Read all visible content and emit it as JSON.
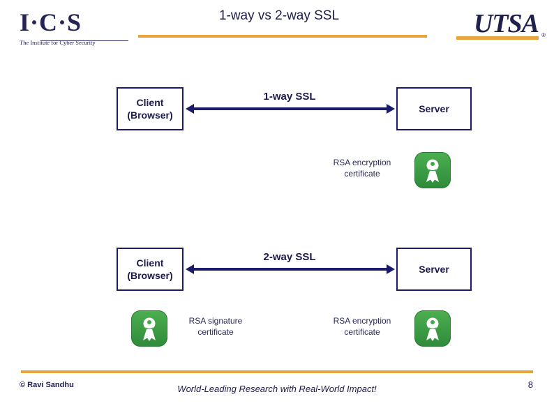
{
  "header": {
    "logo_ics_main": "I·C·S",
    "logo_ics_sub": "The Institute for Cyber Security",
    "title": "1-way vs 2-way SSL",
    "logo_utsa": "UTSA",
    "logo_utsa_reg": "®"
  },
  "diagram": {
    "row1": {
      "client_line1": "Client",
      "client_line2": "(Browser)",
      "arrow_label": "1-way SSL",
      "server": "Server",
      "server_cert_caption_line1": "RSA encryption",
      "server_cert_caption_line2": "certificate",
      "server_cert_icon": "certificate-icon"
    },
    "row2": {
      "client_line1": "Client",
      "client_line2": "(Browser)",
      "arrow_label": "2-way SSL",
      "server": "Server",
      "client_cert_caption_line1": "RSA signature",
      "client_cert_caption_line2": "certificate",
      "client_cert_icon": "certificate-icon",
      "server_cert_caption_line1": "RSA encryption",
      "server_cert_caption_line2": "certificate",
      "server_cert_icon": "certificate-icon"
    }
  },
  "footer": {
    "copyright": "© Ravi Sandhu",
    "tagline": "World-Leading Research with Real-World Impact!",
    "page_number": "8"
  },
  "colors": {
    "accent_gold": "#e8a33d",
    "navy": "#1b1b6b",
    "cert_green": "#3faa4a"
  }
}
